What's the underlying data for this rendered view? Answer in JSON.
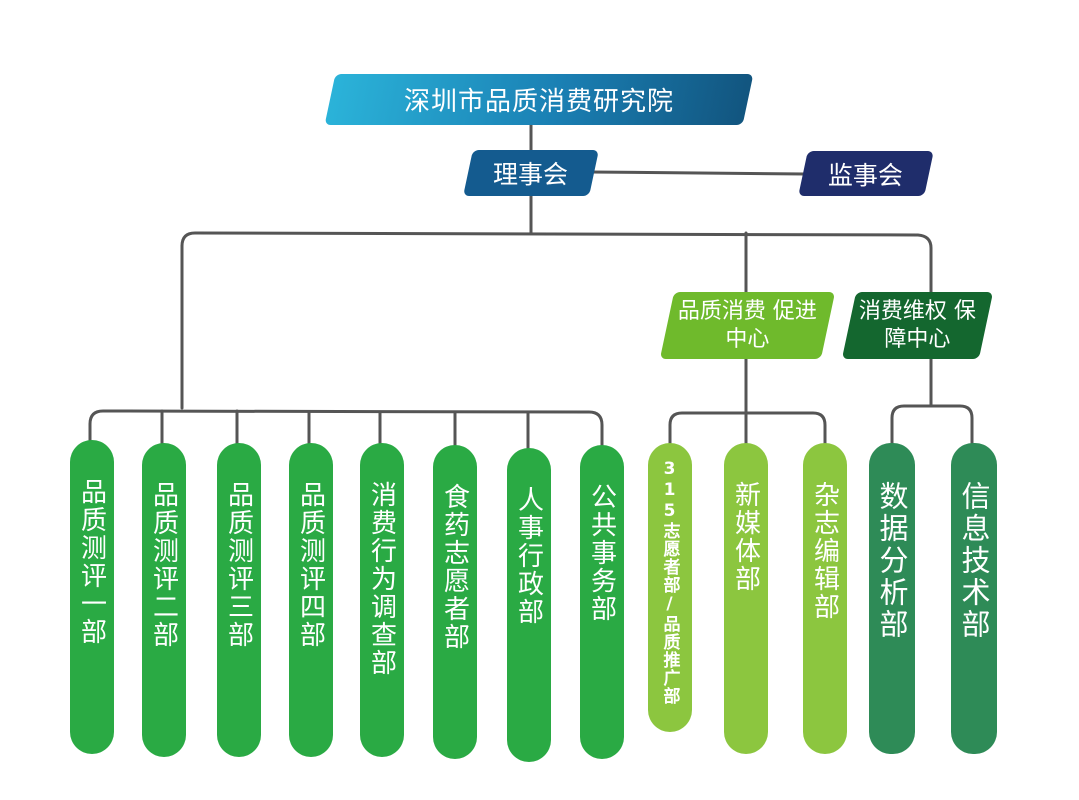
{
  "root": "深圳市品质消费研究院",
  "board": "理事会",
  "supervisory": "监事会",
  "centers": {
    "promotion": {
      "line1": "品质消费",
      "line2": "促进中心"
    },
    "rights": {
      "line1": "消费维权",
      "line2": "保障中心"
    }
  },
  "departments": [
    "品质测评一部",
    "品质测评二部",
    "品质测评三部",
    "品质测评四部",
    "消费行为调查部",
    "食药志愿者部",
    "人事行政部",
    "公共事务部"
  ],
  "promotion_departments": [
    "315志愿者部/品质推广部",
    "新媒体部",
    "杂志编辑部"
  ],
  "rights_departments": [
    "数据分析部",
    "信息技术部"
  ],
  "colors": {
    "line": "#555555",
    "root_from": "#2bb3d9",
    "root_to": "#12557f",
    "board": "#145b8f",
    "supervisory": "#1f2d6b",
    "promotion": "#6fba2c",
    "rights": "#14672f",
    "dept_green": "#2aaa44",
    "dept_light_green": "#8cc63f",
    "dept_dark_green": "#2e8b57"
  }
}
